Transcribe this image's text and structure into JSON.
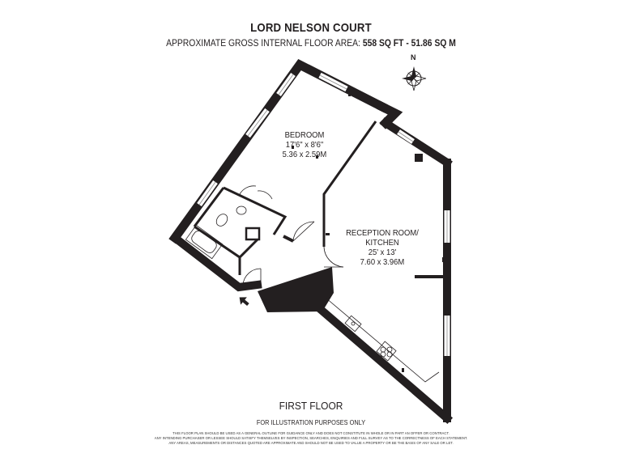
{
  "header": {
    "title": "LORD NELSON COURT",
    "area_label": "APPROXIMATE GROSS INTERNAL FLOOR AREA:",
    "area_sqft": "558 SQ FT",
    "area_separator": "-",
    "area_sqm": "51.86 SQ M"
  },
  "compass": {
    "north_label": "N",
    "icon": "compass-rose-icon"
  },
  "rooms": {
    "bedroom": {
      "name": "BEDROOM",
      "imperial": "17'6\" x 8'6\"",
      "metric": "5.36 x 2.59M"
    },
    "reception": {
      "name_line1": "RECEPTION ROOM/",
      "name_line2": "KITCHEN",
      "imperial": "25' x 13'",
      "metric": "7.60 x 3.96M"
    }
  },
  "footer": {
    "floor_name": "FIRST FLOOR",
    "illustration_note": "FOR ILLUSTRATION PURPOSES ONLY",
    "disclaimer_line1": "THIS FLOOR PLAN SHOULD BE USED AS A GENERAL OUTLINE FOR GUIDANCE ONLY AND DOES NOT CONSTITUTE IN WHOLE OR IN PART AN OFFER OR CONTRACT.",
    "disclaimer_line2": "ANY INTENDING PURCHASER OR LESSEE SHOULD SATISFY THEMSELVES BY INSPECTION, SEARCHES, ENQUIRIES AND FULL SURVEY AS TO THE CORRECTNESS OF EACH STATEMENT.",
    "disclaimer_line3": "ANY AREAS, MEASUREMENTS OR DISTANCES QUOTED ARE APPROXIMATE AND SHOULD NOT BE USED TO VALUE A PROPERTY OR BE THE BASIS OF ANY SALE OR LET."
  },
  "colors": {
    "wall": "#231f20",
    "background": "#ffffff",
    "window": "#8a8a8a"
  }
}
